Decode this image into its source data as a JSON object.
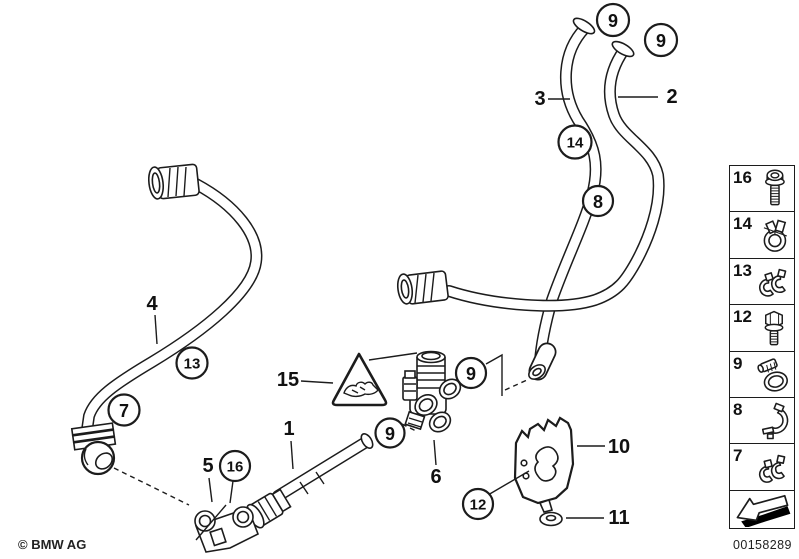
{
  "page": {
    "type": "parts-diagram",
    "subject": "cooling system water hoses"
  },
  "colors": {
    "background": "#ffffff",
    "line": "#1c1c1c",
    "arrow_fill": "#000000"
  },
  "footer": {
    "copyright": "© BMW AG",
    "diagram_number": "00158289"
  },
  "diagram": {
    "warning_icon": "pinch-hazard-triangle-icon",
    "callouts": {
      "circled": {
        "c9_top_a": "9",
        "c9_top_b": "9",
        "c14": "14",
        "c8": "8",
        "c13": "13",
        "c7": "7",
        "c16": "16",
        "c9_hose1": "9",
        "c9_valve": "9",
        "c12": "12"
      },
      "plain": {
        "n3": "3",
        "n2": "2",
        "n4": "4",
        "n15": "15",
        "n1": "1",
        "n5": "5",
        "n6": "6",
        "n10": "10",
        "n11": "11"
      }
    }
  },
  "sidebar": {
    "items": [
      {
        "number": "16",
        "icon": "socket-head-screw-icon"
      },
      {
        "number": "14",
        "icon": "profile-clamp-icon"
      },
      {
        "number": "13",
        "icon": "double-clip-icon"
      },
      {
        "number": "12",
        "icon": "hex-bolt-icon"
      },
      {
        "number": "9",
        "icon": "hose-clamp-icon"
      },
      {
        "number": "8",
        "icon": "holder-clamp-icon"
      },
      {
        "number": "7",
        "icon": "double-clip-icon"
      }
    ],
    "arrow_icon": "direction-arrow-icon"
  }
}
